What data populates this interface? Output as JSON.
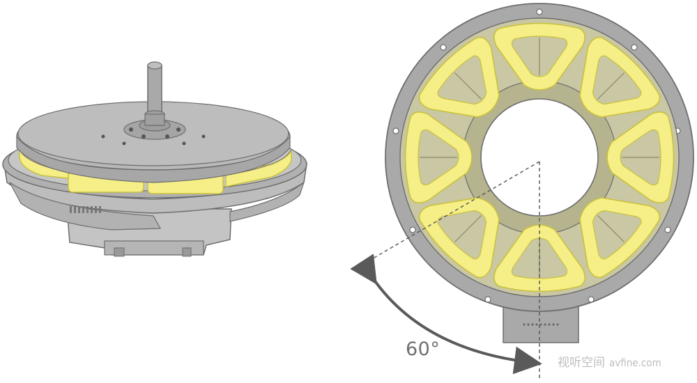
{
  "diagram": {
    "angle_label": "60°",
    "watermark_cn": "视听空间",
    "watermark_url": "avfine.com",
    "colors": {
      "coil": "#f6ee86",
      "coil_stroke": "#c8c23c",
      "housing": "#a9a9a9",
      "housing_stroke": "#6d6d6d",
      "stator_fill": "#c9c7a4",
      "line": "#555555",
      "text": "#6f6f6f"
    },
    "coil_count": 8,
    "angle_degrees": 60,
    "icons": [
      "motor-side-view",
      "motor-front-view",
      "angle-arrow-icon"
    ]
  }
}
